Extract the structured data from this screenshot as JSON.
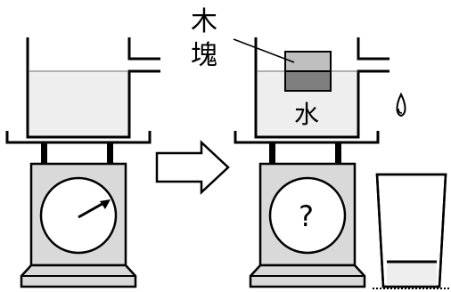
{
  "labels": {
    "block_line1": "木",
    "block_line2": "塊",
    "water": "水",
    "unknown_reading": "?"
  },
  "colors": {
    "outline": "#000000",
    "scale_body": "#d9d9d9",
    "water": "#eeeeee",
    "block": "#8c8c8c",
    "arrow_fill": "#ffffff",
    "background": "#ffffff"
  }
}
